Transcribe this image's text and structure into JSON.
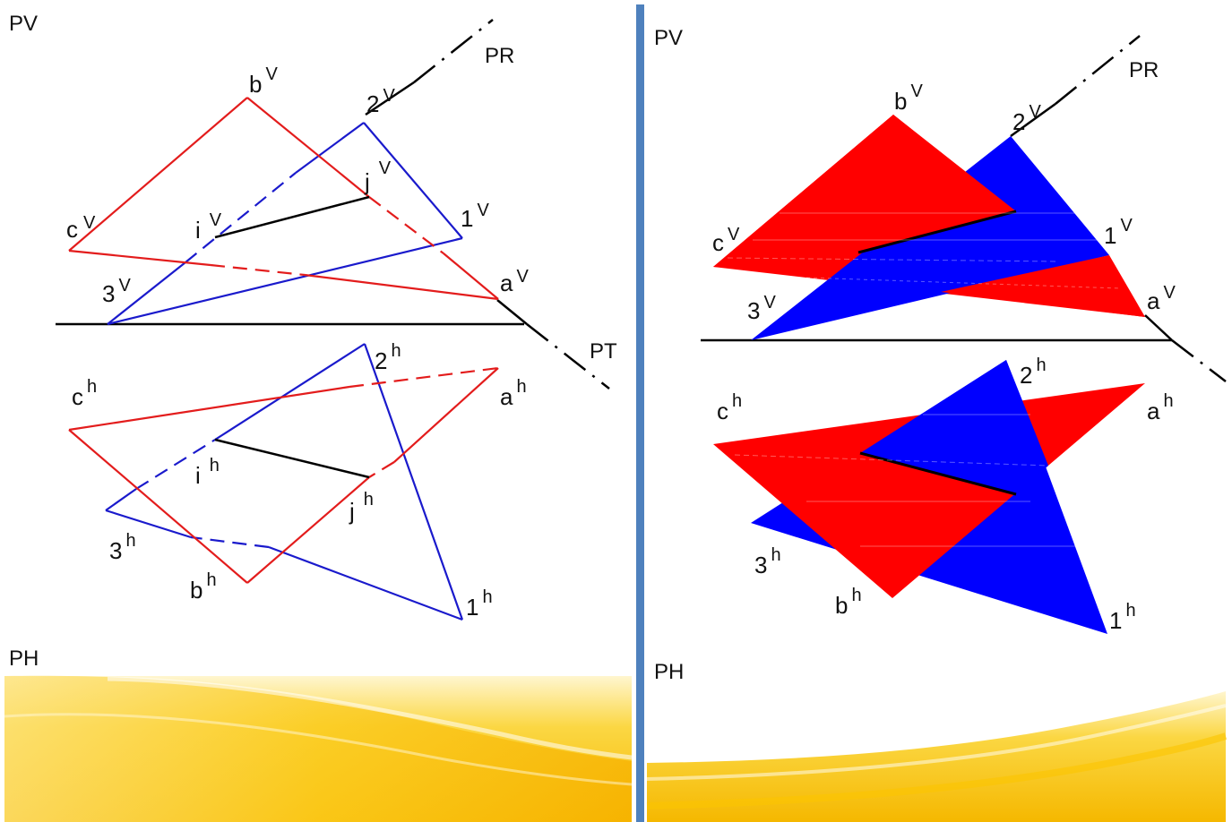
{
  "colors": {
    "red": "#ff0000",
    "red_outline": "#e31c1c",
    "blue": "#0000ff",
    "blue_outline": "#1a1acc",
    "line": "#000000",
    "divider": "#4f81bd",
    "wave_yellow": "#f8c81c",
    "wave_light": "#fff3c4"
  },
  "left_panel": {
    "plane_pv": "PV",
    "plane_pr": "PR",
    "plane_pt": "PT",
    "plane_ph": "PH",
    "labels": {
      "bv": {
        "base": "b",
        "sup": "V"
      },
      "cv": {
        "base": "c",
        "sup": "V"
      },
      "av": {
        "base": "a",
        "sup": "V"
      },
      "iv": {
        "base": "i",
        "sup": "V"
      },
      "jv": {
        "base": "j",
        "sup": "V"
      },
      "v2": {
        "base": "2",
        "sup": "V"
      },
      "v1": {
        "base": "1",
        "sup": "V"
      },
      "v3": {
        "base": "3",
        "sup": "V"
      },
      "ch": {
        "base": "c",
        "sup": "h"
      },
      "ah": {
        "base": "a",
        "sup": "h"
      },
      "h2": {
        "base": "2",
        "sup": "h"
      },
      "ih": {
        "base": "i",
        "sup": "h"
      },
      "jh": {
        "base": "j",
        "sup": "h"
      },
      "h3": {
        "base": "3",
        "sup": "h"
      },
      "bh": {
        "base": "b",
        "sup": "h"
      },
      "h1": {
        "base": "1",
        "sup": "h"
      }
    }
  },
  "right_panel": {
    "plane_pv": "PV",
    "plane_pr": "PR",
    "plane_ph": "PH",
    "labels": {
      "bv": {
        "base": "b",
        "sup": "V"
      },
      "cv": {
        "base": "c",
        "sup": "V"
      },
      "av": {
        "base": "a",
        "sup": "V"
      },
      "v2": {
        "base": "2",
        "sup": "V"
      },
      "v1": {
        "base": "1",
        "sup": "V"
      },
      "v3": {
        "base": "3",
        "sup": "V"
      },
      "ch": {
        "base": "c",
        "sup": "h"
      },
      "ah": {
        "base": "a",
        "sup": "h"
      },
      "h2": {
        "base": "2",
        "sup": "h"
      },
      "h3": {
        "base": "3",
        "sup": "h"
      },
      "bh": {
        "base": "b",
        "sup": "h"
      },
      "h1": {
        "base": "1",
        "sup": "h"
      }
    }
  }
}
